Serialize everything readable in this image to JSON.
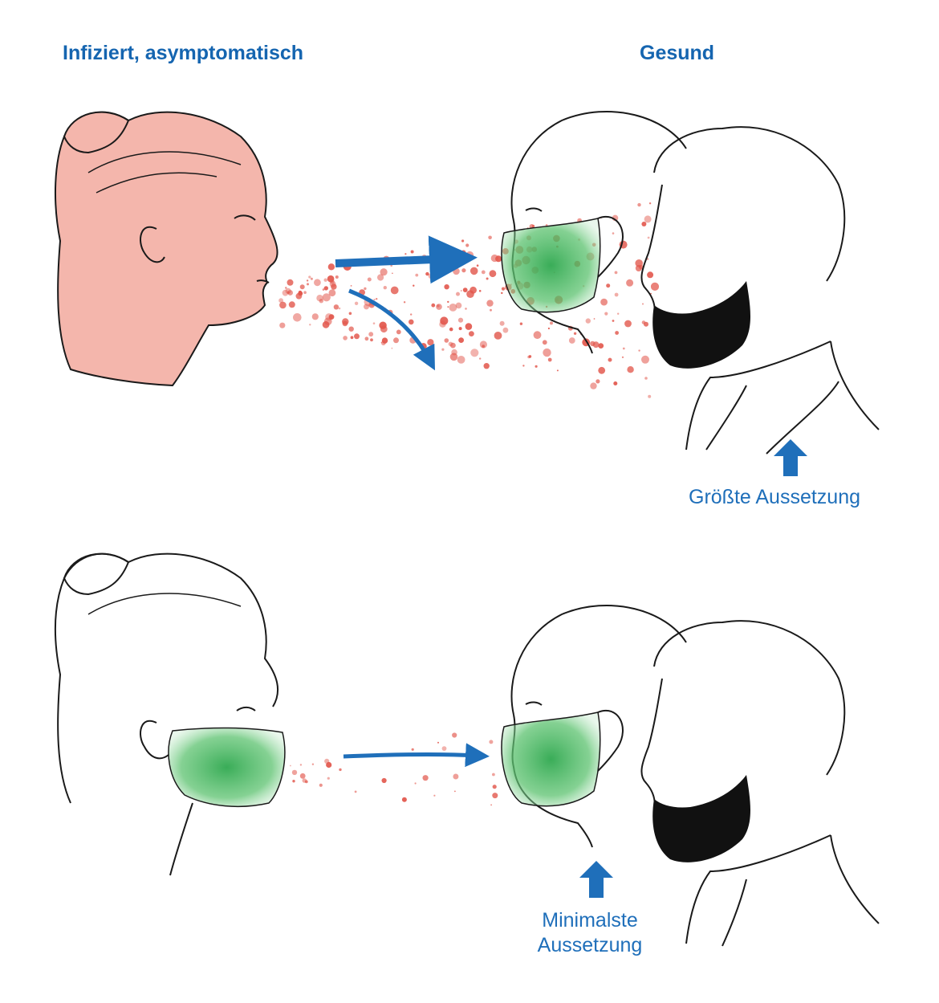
{
  "headings": {
    "infected": "Infiziert, asymptomatisch",
    "healthy": "Gesund"
  },
  "captions": {
    "max_exposure": "Größte Aussetzung",
    "min_exposure_line1": "Minimalste",
    "min_exposure_line2": "Aussetzung"
  },
  "colors": {
    "heading_blue": "#1565b0",
    "arrow_blue": "#1f6fba",
    "skin_infected": "#f4b6ac",
    "droplet_red": "#e2574c",
    "mask_green": "#3cb05a",
    "outline": "#1a1a1a",
    "beard": "#111111"
  },
  "icons": {
    "exposure_marker": "up-arrow-icon",
    "spread": "right-arrow-icon"
  }
}
